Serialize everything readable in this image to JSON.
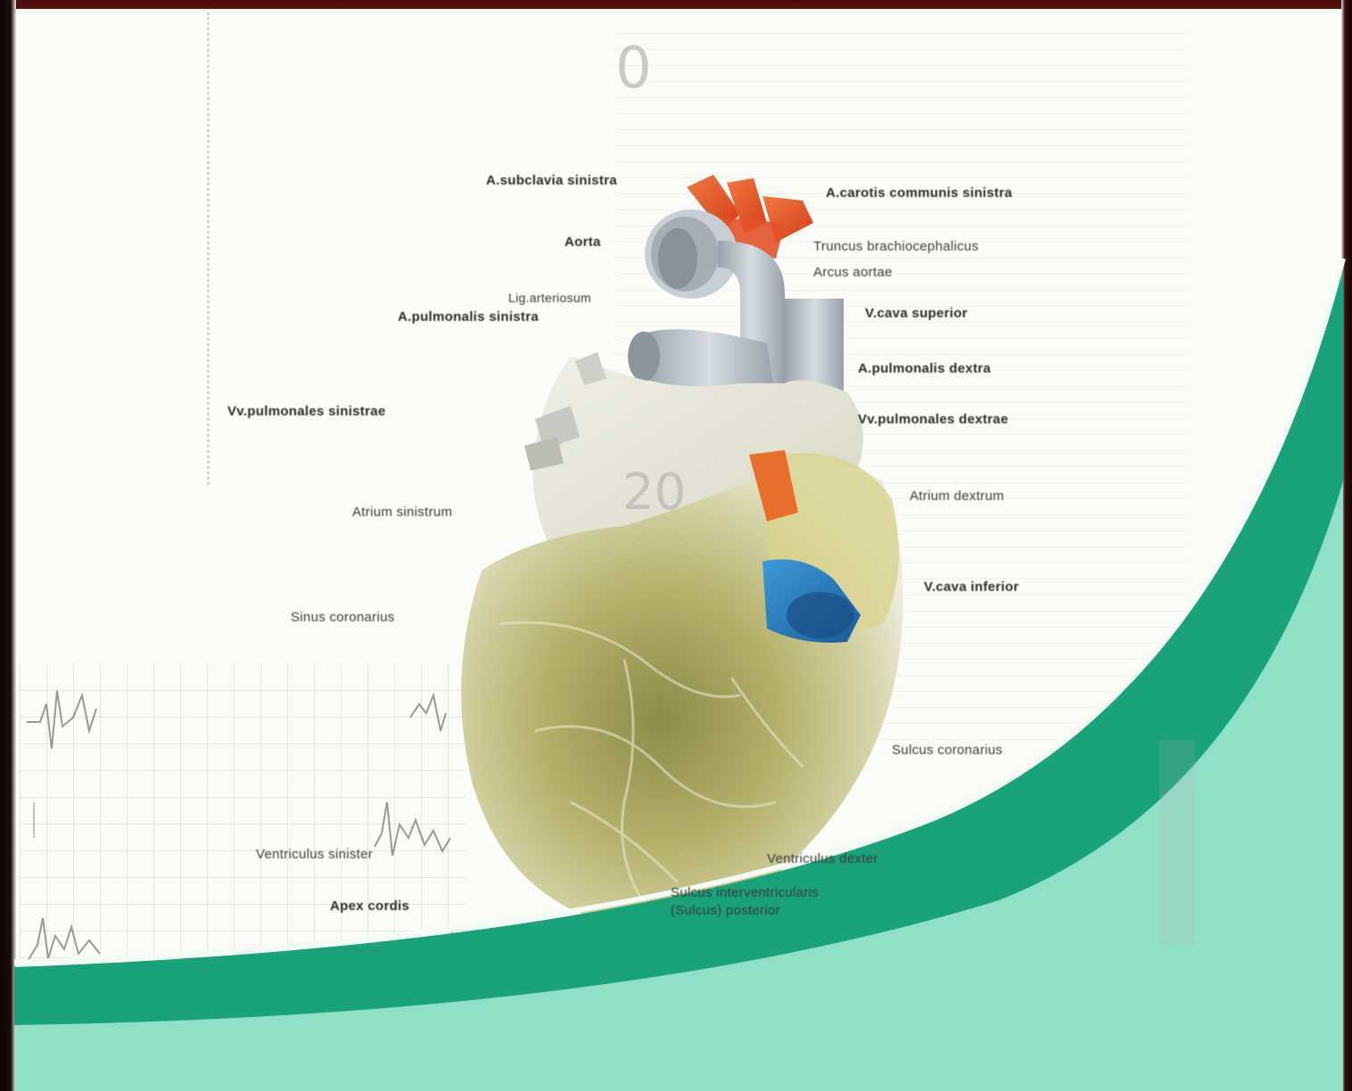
{
  "background": {
    "number_top": "0",
    "number_middle": "20"
  },
  "labels": {
    "a_subclavia_sinistra": "A.subclavia sinistra",
    "a_carotis_communis_sinistra": "A.carotis communis sinistra",
    "aorta": "Aorta",
    "truncus_brachiocephalicus": "Truncus brachiocephalicus",
    "arcus_aortae": "Arcus aortae",
    "lig_arteriosum": "Lig.arteriosum",
    "a_pulmonalis_sinistra": "A.pulmonalis sinistra",
    "v_cava_superior": "V.cava superior",
    "a_pulmonalis_dextra": "A.pulmonalis dextra",
    "vv_pulmonales_sinistrae": "Vv.pulmonales sinistrae",
    "vv_pulmonales_dextrae": "Vv.pulmonales dextrae",
    "atrium_dextrum": "Atrium dextrum",
    "atrium_sinistrum": "Atrium sinistrum",
    "v_cava_inferior": "V.cava inferior",
    "sinus_coronarius": "Sinus coronarius",
    "sulcus_coronarius": "Sulcus coronarius",
    "ventriculus_sinister": "Ventriculus sinister",
    "ventriculus_dexter": "Ventriculus dexter",
    "apex_cordis": "Apex cordis",
    "sulcus_interventricularis": "Sulcus interventricularis",
    "sulcus_interventricularis_2": "(Sulcus) posterior"
  },
  "colors": {
    "wave_dark": "#1aa27a",
    "wave_light": "#8fe0c6",
    "aorta_branches": "#e8542a",
    "vena_cava_inferior": "#2a7ec2",
    "heart_base": "#d8d2a0"
  }
}
